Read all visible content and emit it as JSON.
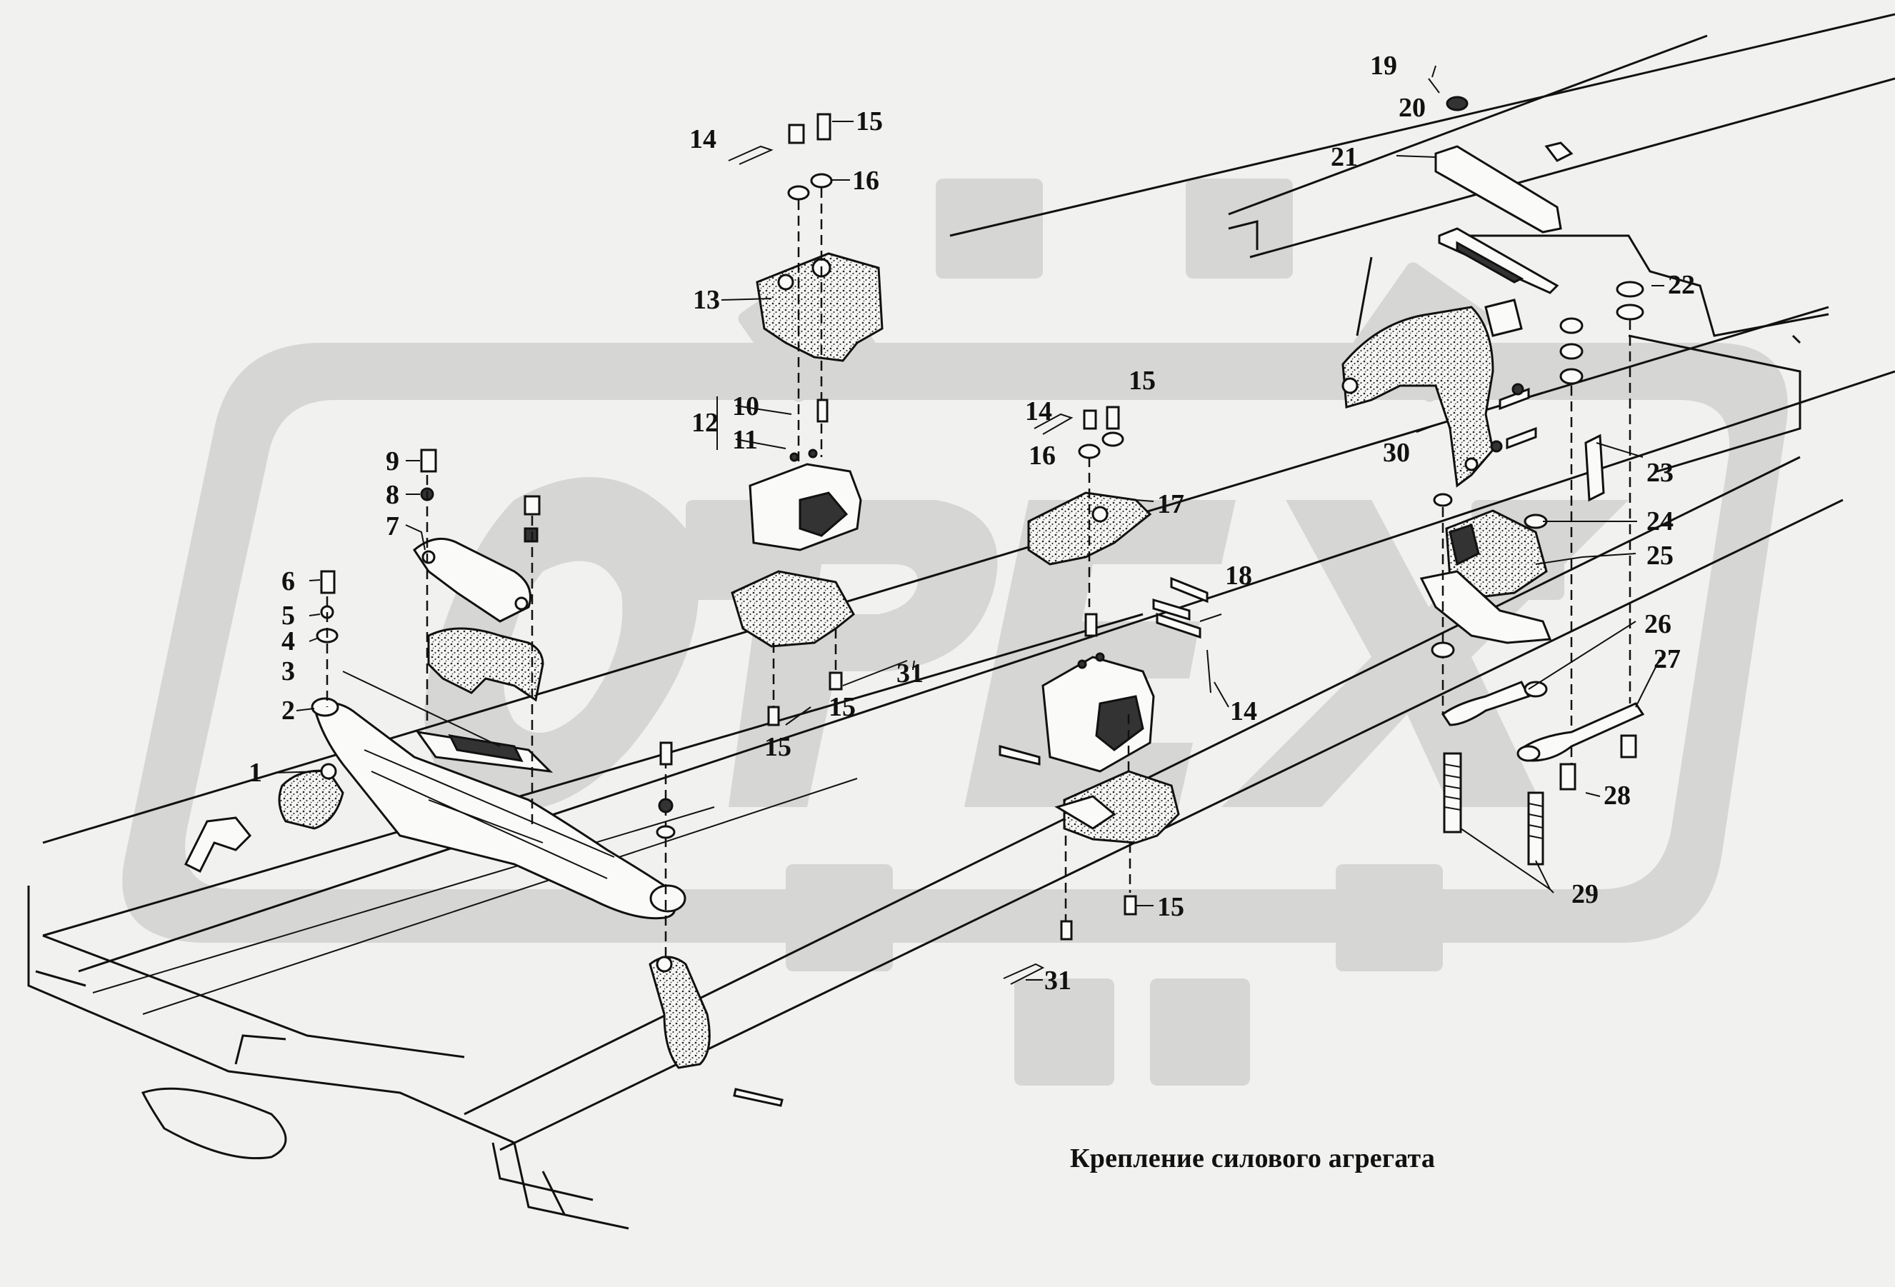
{
  "caption": "Крепление силового агрегата",
  "watermark": {
    "text": "ОРЕХ",
    "color": "#d2d2d2"
  },
  "callouts": [
    {
      "n": "1",
      "text": "1"
    },
    {
      "n": "2",
      "text": "2"
    },
    {
      "n": "3",
      "text": "3"
    },
    {
      "n": "4",
      "text": "4"
    },
    {
      "n": "5",
      "text": "5"
    },
    {
      "n": "6",
      "text": "6"
    },
    {
      "n": "7",
      "text": "7"
    },
    {
      "n": "8",
      "text": "8"
    },
    {
      "n": "9",
      "text": "9"
    },
    {
      "n": "10",
      "text": "10"
    },
    {
      "n": "11",
      "text": "11"
    },
    {
      "n": "12",
      "text": "12"
    },
    {
      "n": "13",
      "text": "13"
    },
    {
      "n": "14a",
      "text": "14"
    },
    {
      "n": "14b",
      "text": "14"
    },
    {
      "n": "14c",
      "text": "14"
    },
    {
      "n": "15a",
      "text": "15"
    },
    {
      "n": "15b",
      "text": "15"
    },
    {
      "n": "15c",
      "text": "15"
    },
    {
      "n": "15d",
      "text": "15"
    },
    {
      "n": "15e",
      "text": "15"
    },
    {
      "n": "16a",
      "text": "16"
    },
    {
      "n": "16b",
      "text": "16"
    },
    {
      "n": "17",
      "text": "17"
    },
    {
      "n": "18",
      "text": "18"
    },
    {
      "n": "19",
      "text": "19"
    },
    {
      "n": "20",
      "text": "20"
    },
    {
      "n": "21",
      "text": "21"
    },
    {
      "n": "22",
      "text": "22"
    },
    {
      "n": "23",
      "text": "23"
    },
    {
      "n": "24",
      "text": "24"
    },
    {
      "n": "25",
      "text": "25"
    },
    {
      "n": "26",
      "text": "26"
    },
    {
      "n": "27",
      "text": "27"
    },
    {
      "n": "28",
      "text": "28"
    },
    {
      "n": "29",
      "text": "29"
    },
    {
      "n": "30",
      "text": "30"
    },
    {
      "n": "31a",
      "text": "31"
    },
    {
      "n": "31b",
      "text": "31"
    }
  ]
}
